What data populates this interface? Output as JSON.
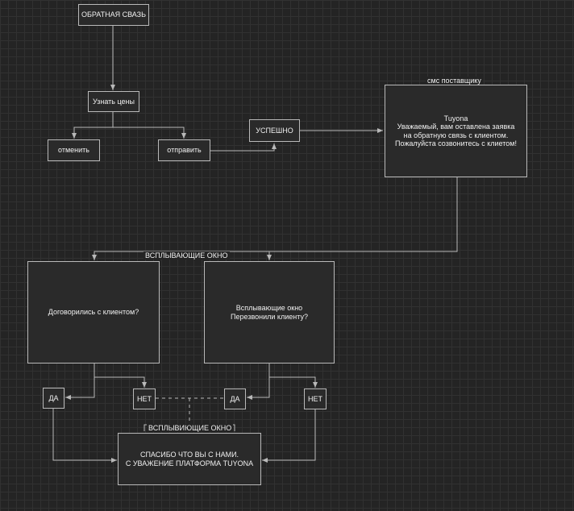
{
  "nodes": {
    "feedback": "ОБРАТНАЯ СВАЗЬ",
    "prices": "Узнать цены",
    "cancel": "отменить",
    "send": "отправить",
    "success": "УСПЕШНО",
    "sms_title": "Tuyona",
    "sms_text": "Уважаемый, вам оставлена заявка\nна обратную связь с клиентом.\nПожалуйста созвонитесь с клиетом!",
    "agreed": "Договорились с клиентом?",
    "called": "Всплывающие окно\nПерезвонили клиенту?",
    "yes_left": "ДА",
    "no_left": "НЕТ",
    "yes_right": "ДА",
    "no_right": "НЕТ",
    "thanks": "СПАСИБО ЧТО ВЫ С НАМИ.\nС УВАЖЕНИЕ ПЛАТФОРМА TUYONA"
  },
  "labels": {
    "sms_supplier": "смс поставщику",
    "popup_top": "ВСПЛЫВАЮЩИЕ ОКНО",
    "popup_bottom": "ВСПЛЫВИЮЩИЕ ОКНО"
  },
  "colors": {
    "line": "#b9b9b9",
    "text": "#f0f0f0",
    "background": "#242424",
    "grid": "#313131"
  }
}
